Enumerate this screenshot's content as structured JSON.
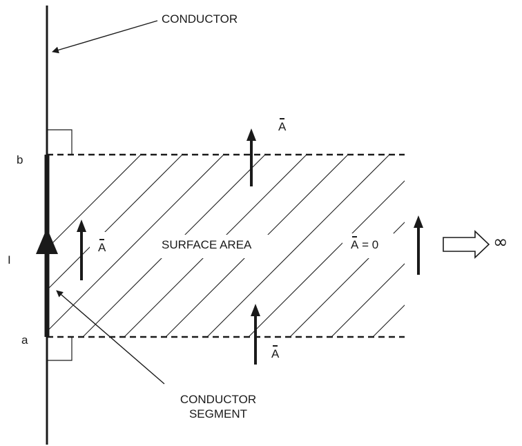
{
  "labels": {
    "conductor": "CONDUCTOR",
    "conductor_segment_line1": "CONDUCTOR",
    "conductor_segment_line2": "SEGMENT",
    "surface_area": "SURFACE AREA",
    "b": "b",
    "a": "a",
    "current": "I",
    "vector_a_top": "A",
    "vector_a_left": "A",
    "vector_a_bottom": "A",
    "vector_a_zero": "A",
    "vector_a_zero_suffix": " = 0",
    "infinity": "∞"
  },
  "colors": {
    "ink": "#1a1a1a",
    "background": "#ffffff"
  }
}
